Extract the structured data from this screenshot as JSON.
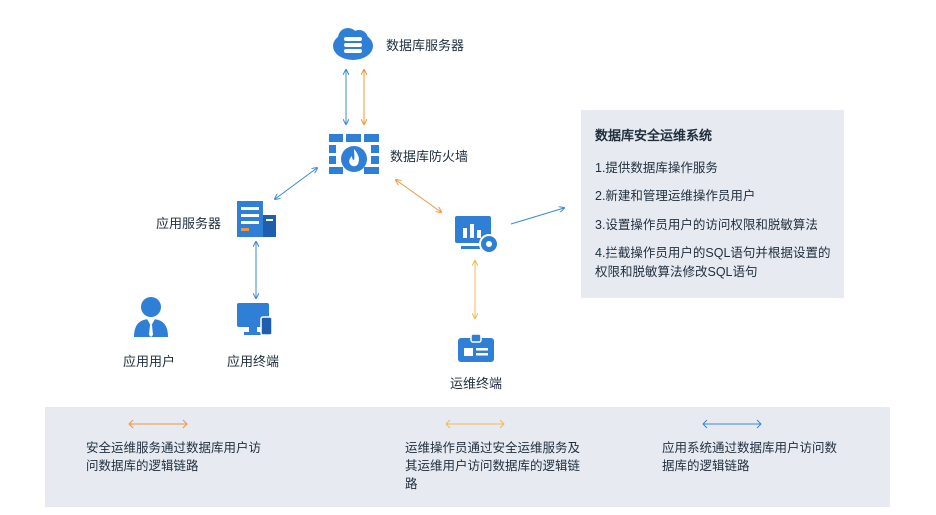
{
  "nodes": {
    "db_server": "数据库服务器",
    "firewall": "数据库防火墙",
    "app_server": "应用服务器",
    "app_user": "应用用户",
    "app_terminal": "应用终端",
    "ops_terminal": "运维终端"
  },
  "info_panel": {
    "title": "数据库安全运维系统",
    "items": [
      "1.提供数据库操作服务",
      "2.新建和管理运维操作员用户",
      "3.设置操作员用户的访问权限和脱敏算法",
      "4.拦截操作员用户的SQL语句并根据设置的权限和脱敏算法修改SQL语句"
    ]
  },
  "legend": [
    {
      "color": "#f0963a",
      "text": "安全运维服务通过数据库用户访问数据库的逻辑链路"
    },
    {
      "color": "#f2b955",
      "text": "运维操作员通过安全运维服务及其运维用户访问数据库的逻辑链路"
    },
    {
      "color": "#3b88d8",
      "text": "应用系统通过数据库用户访问数据库的逻辑链路"
    }
  ],
  "colors": {
    "orange": "#f0963a",
    "yellow": "#f2b955",
    "blue": "#3b88d8",
    "icon_blue": "#2f7fd6",
    "panel_bg": "#e7ebf1"
  },
  "icons": [
    "cloud-database-icon",
    "firewall-icon",
    "server-icon",
    "user-icon",
    "monitor-icon",
    "ops-monitor-icon",
    "ops-terminal-icon"
  ]
}
